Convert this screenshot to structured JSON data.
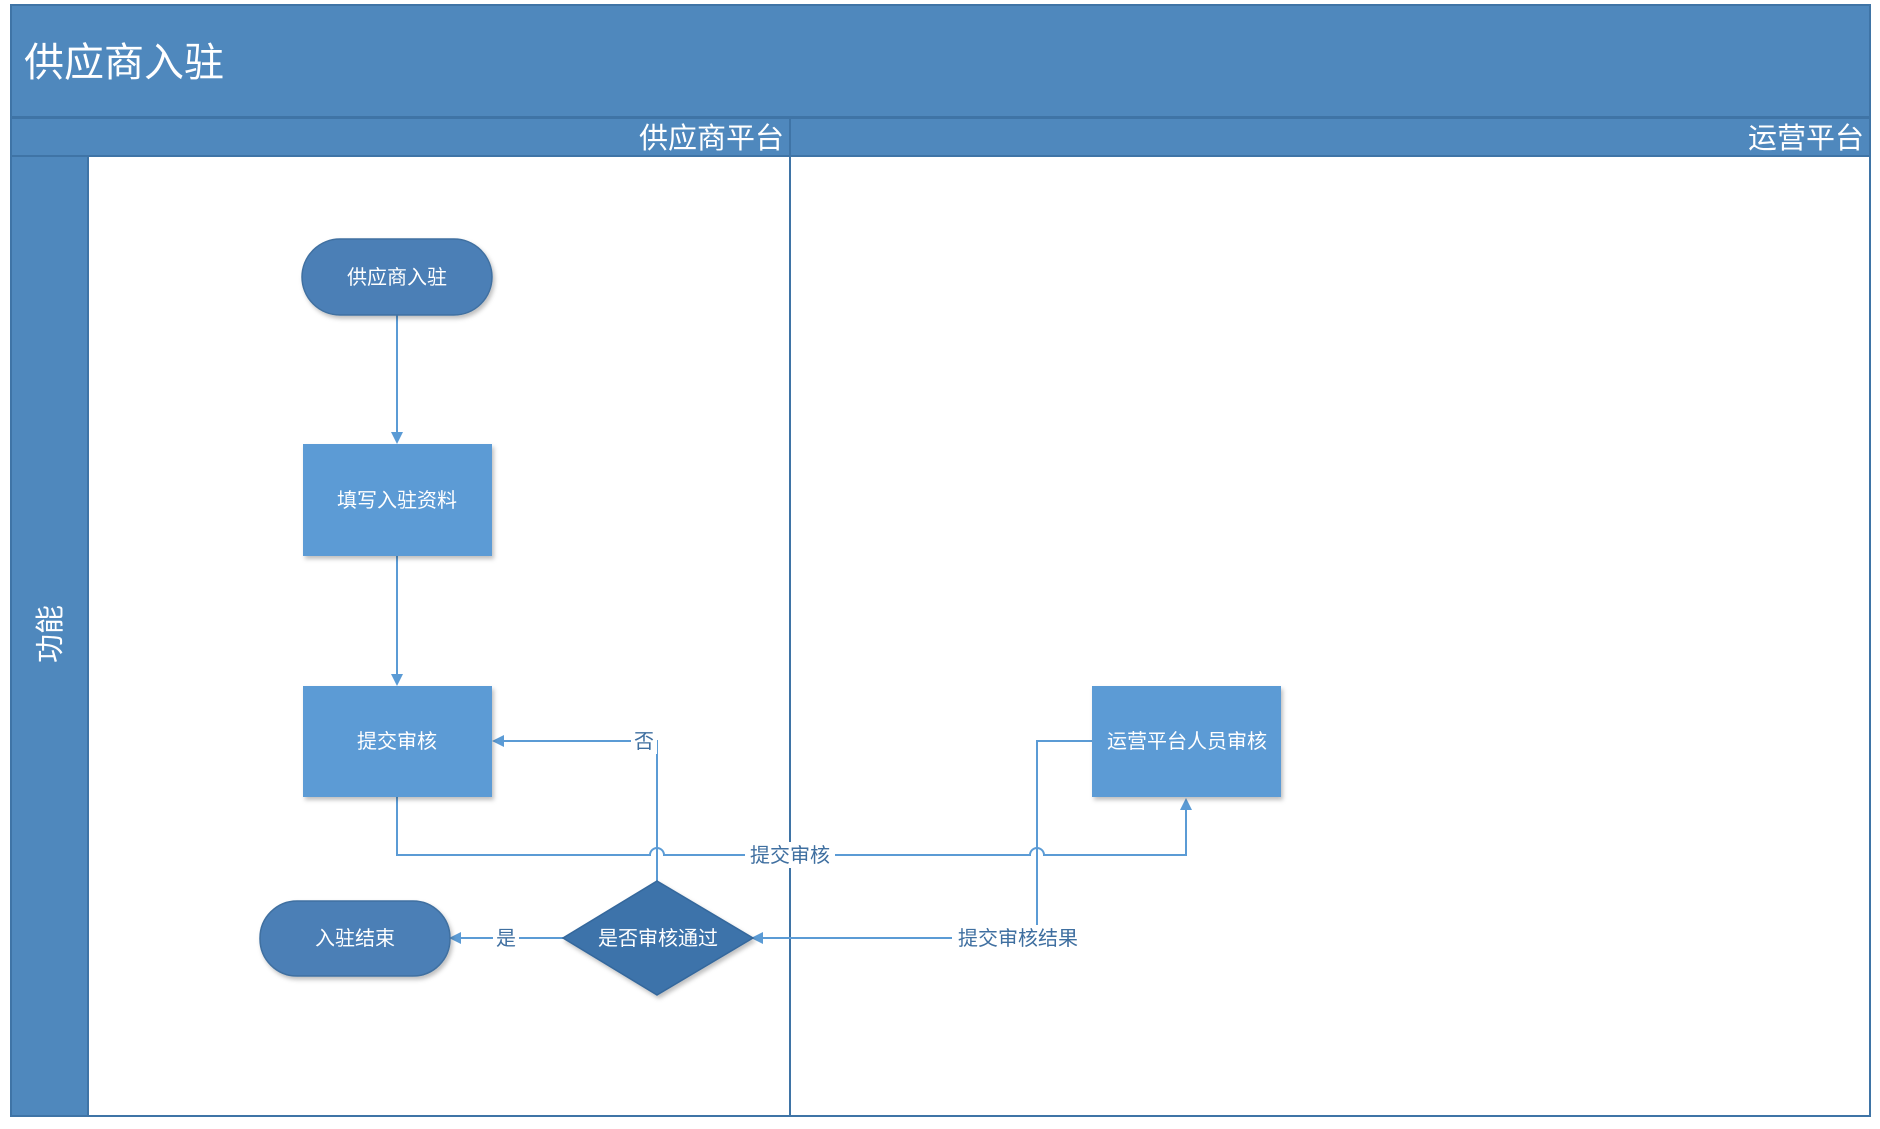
{
  "diagram": {
    "title": "供应商入驻",
    "lanes": {
      "supplier": "供应商平台",
      "operations": "运营平台"
    },
    "row_label": "功能",
    "colors": {
      "header_blue": "#4f88bd",
      "header_border": "#3f74a6",
      "terminator_fill": "#4c7fb6",
      "process_fill": "#5b9bd5",
      "decision_fill": "#3d73aa",
      "connector": "#5b9bd5",
      "text_light": "#ffffff",
      "label_text": "#3f6fa0"
    },
    "nodes": {
      "start": "供应商入驻",
      "fill_info": "填写入驻资料",
      "submit_review": "提交审核",
      "ops_review": "运营平台人员审核",
      "decision": "是否审核通过",
      "end": "入驻结束"
    },
    "edge_labels": {
      "submit": "提交审核",
      "result": "提交审核结果",
      "no": "否",
      "yes": "是"
    }
  }
}
